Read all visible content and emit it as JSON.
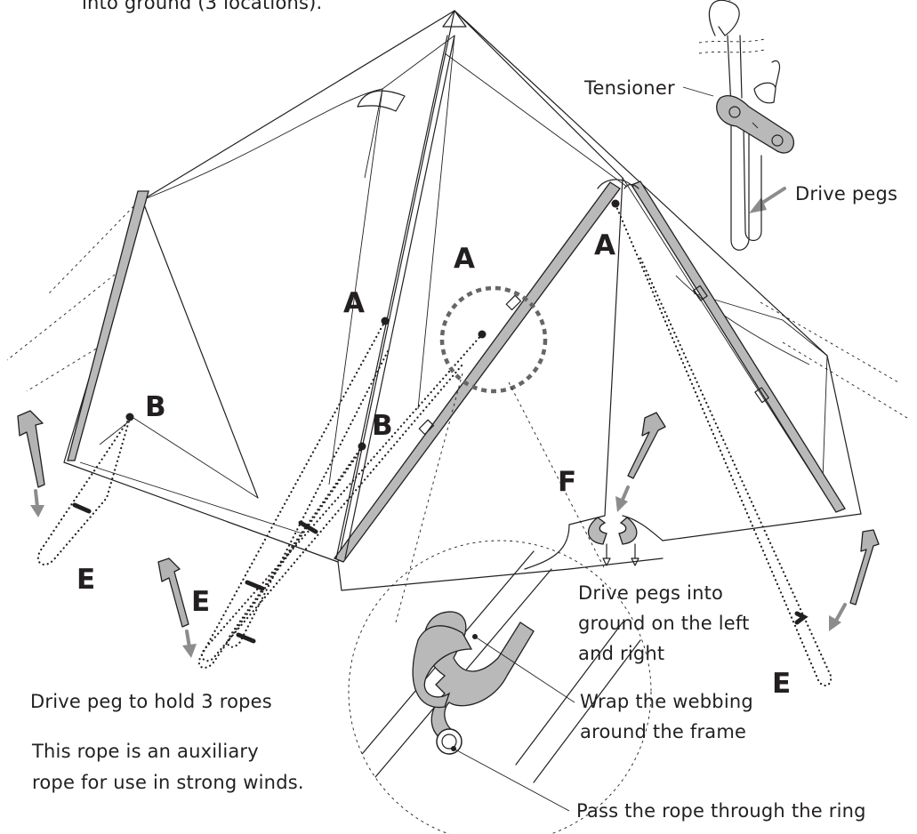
{
  "labels": {
    "top_fragment": "into ground (3 locations).",
    "tensioner": "Tensioner",
    "drive_pegs": "Drive pegs",
    "drive_pegs_left_right_l1": "Drive pegs into",
    "drive_pegs_left_right_l2": "ground on the left",
    "drive_pegs_left_right_l3": "and right",
    "drive_peg_3_ropes": "Drive peg to hold 3 ropes",
    "auxiliary_l1": "This rope is an auxiliary",
    "auxiliary_l2": "rope for use in strong winds.",
    "wrap_l1": "Wrap the webbing",
    "wrap_l2": "around the frame",
    "pass_rope": "Pass the rope through the ring"
  },
  "letters": {
    "a1": "A",
    "a2": "A",
    "a3": "A",
    "b1": "B",
    "b2": "B",
    "e1": "E",
    "e2": "E",
    "e3": "E",
    "f1": "F"
  },
  "colors": {
    "ink": "#231f20",
    "pole_fill": "#b9b9b9",
    "arrow": "#8c8c8c"
  }
}
